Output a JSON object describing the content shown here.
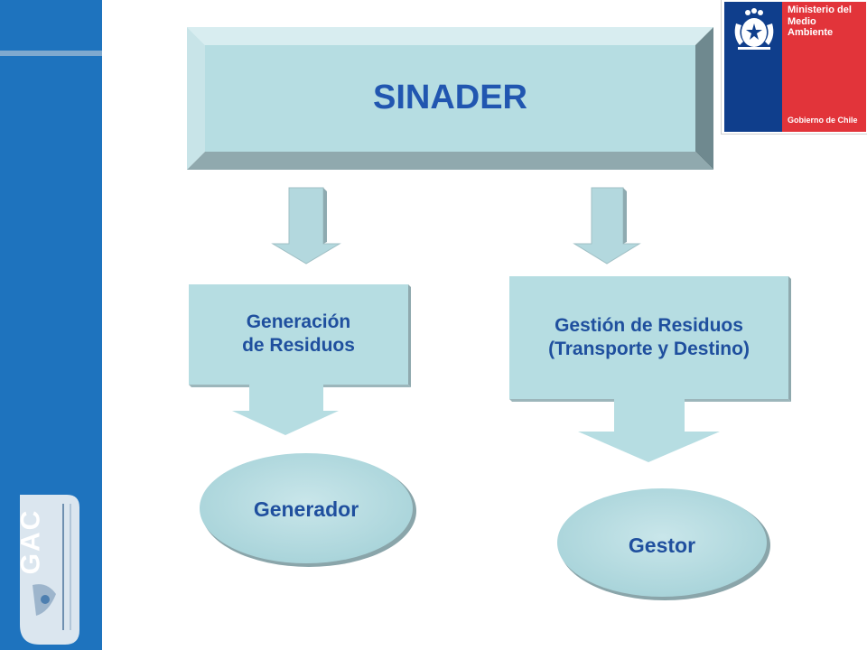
{
  "slide": {
    "title_box": "SINADER",
    "generation_box": "Generación\nde Residuos",
    "management_box": "Gestión de Residuos\n(Transporte y Destino)",
    "generator_oval": "Generador",
    "manager_oval": "Gestor"
  },
  "logos": {
    "ministry_name": "Ministerio del\nMedio\nAmbiente",
    "government": "Gobierno de Chile",
    "gac": "GAC"
  },
  "colors": {
    "sidebar_blue": "#1e73be",
    "box_fill": "#b6dde2",
    "box_dark": "#7e9aa0",
    "text_blue": "#1f4f9e",
    "ministry_blue": "#0f3e8c",
    "ministry_red": "#e2343a"
  }
}
